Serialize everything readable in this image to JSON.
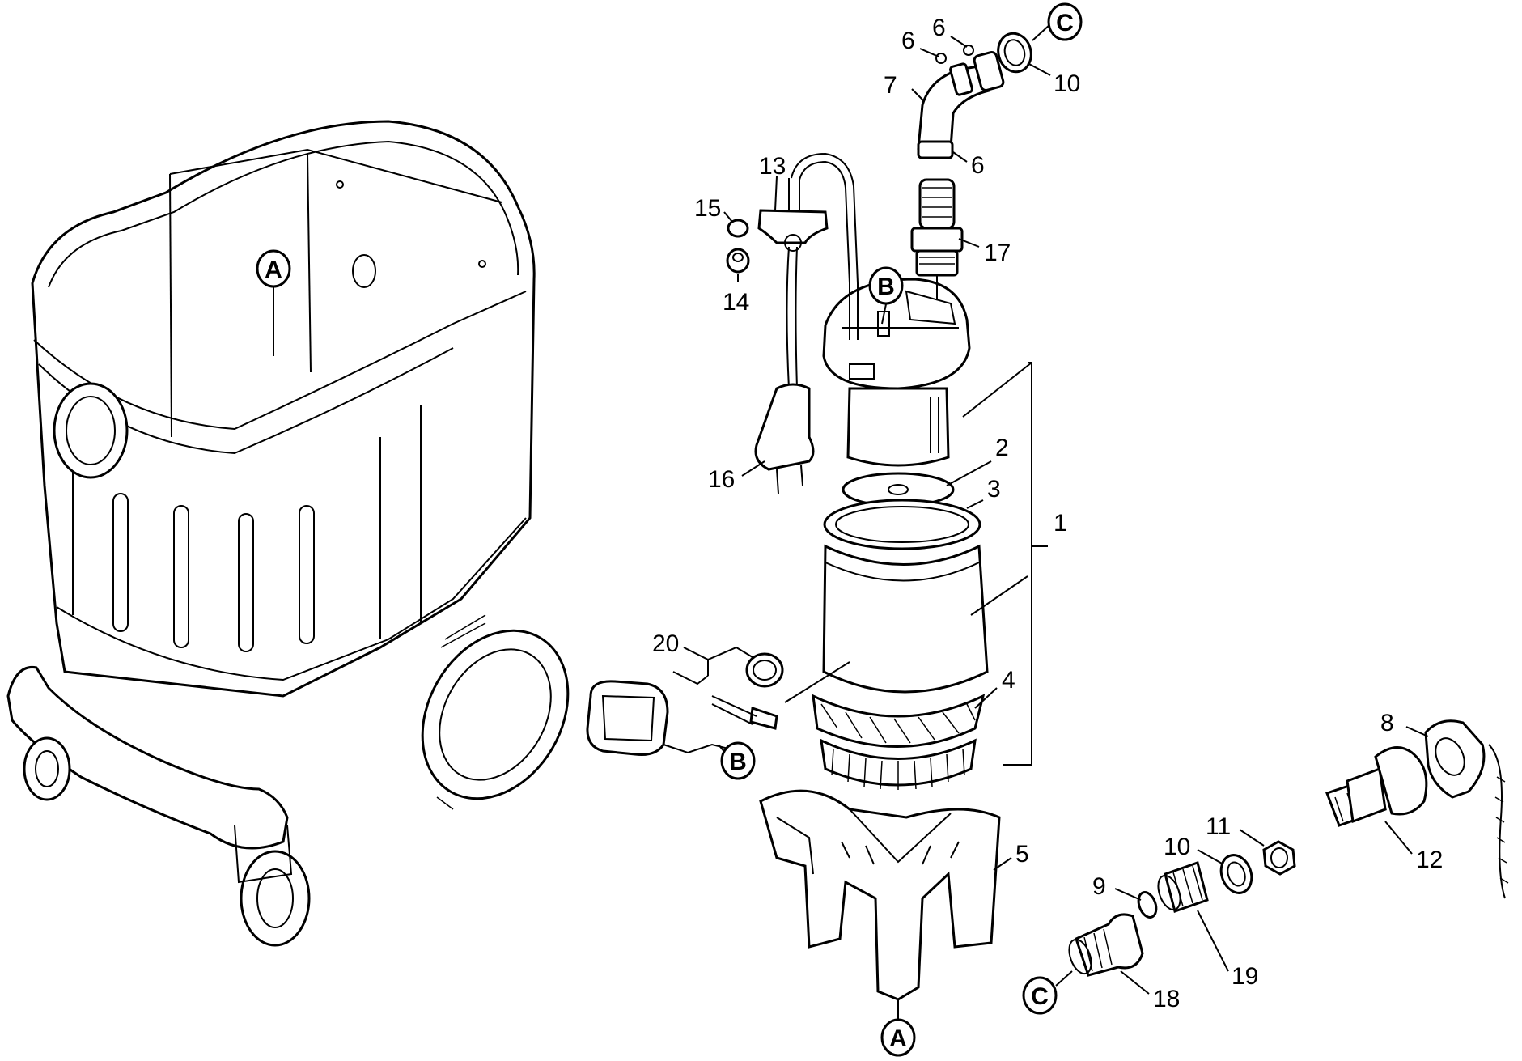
{
  "diagram": {
    "parts": [
      "1",
      "2",
      "3",
      "4",
      "5",
      "6",
      "6",
      "6",
      "7",
      "8",
      "9",
      "10",
      "10",
      "11",
      "12",
      "13",
      "14",
      "15",
      "16",
      "17",
      "18",
      "19",
      "20"
    ],
    "references": [
      "A",
      "A",
      "B",
      "B",
      "C",
      "C"
    ]
  }
}
